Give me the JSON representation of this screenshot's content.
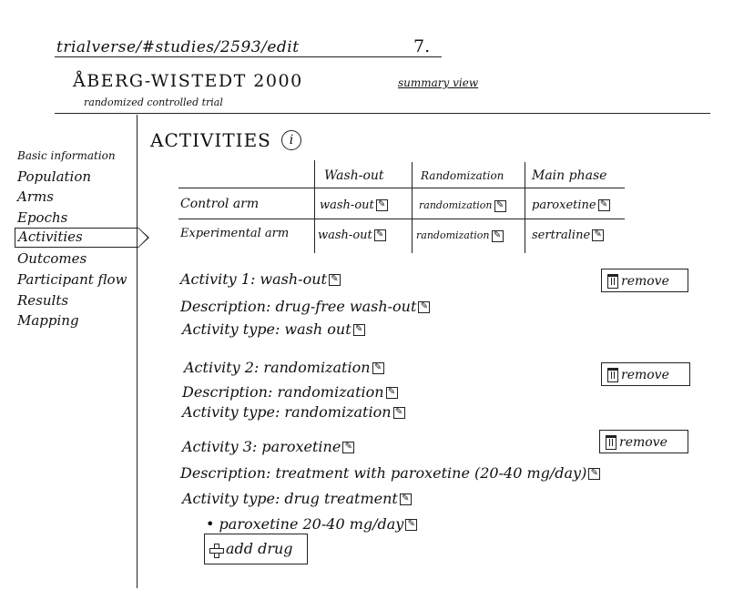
{
  "header": {
    "url": "trialverse/#studies/2593/edit",
    "page_number": "7.",
    "study_title": "ÅBERG-WISTEDT 2000",
    "study_subtitle": "randomized controlled trial",
    "summary_link": "summary view"
  },
  "sidebar": {
    "items": [
      {
        "label": "Basic information",
        "active": false
      },
      {
        "label": "Population",
        "active": false
      },
      {
        "label": "Arms",
        "active": false
      },
      {
        "label": "Epochs",
        "active": false
      },
      {
        "label": "Activities",
        "active": true
      },
      {
        "label": "Outcomes",
        "active": false
      },
      {
        "label": "Participant flow",
        "active": false
      },
      {
        "label": "Results",
        "active": false
      },
      {
        "label": "Mapping",
        "active": false
      }
    ]
  },
  "main": {
    "heading": "ACTIVITIES",
    "info_icon": "i",
    "table": {
      "columns": [
        "Wash-out",
        "Randomization",
        "Main phase"
      ],
      "rows": [
        {
          "label": "Control arm",
          "cells": [
            "wash-out",
            "randomization",
            "paroxetine"
          ]
        },
        {
          "label": "Experimental arm",
          "cells": [
            "wash-out",
            "randomization",
            "sertraline"
          ]
        }
      ]
    },
    "activities": [
      {
        "title": "Activity 1: wash-out",
        "description": "Description: drug-free wash-out",
        "type": "Activity type: wash out",
        "remove_label": "remove"
      },
      {
        "title": "Activity 2: randomization",
        "description": "Description: randomization",
        "type": "Activity type: randomization",
        "remove_label": "remove"
      },
      {
        "title": "Activity 3: paroxetine",
        "description": "Description: treatment with paroxetine (20-40 mg/day)",
        "type": "Activity type: drug treatment",
        "remove_label": "remove",
        "drugs": [
          "paroxetine 20-40 mg/day"
        ],
        "add_drug_label": "add drug"
      }
    ]
  },
  "icons": {
    "edit": "edit-icon",
    "trash": "trash-icon",
    "plus": "plus-icon",
    "info": "info-icon",
    "arrow": "active-arrow-icon"
  }
}
